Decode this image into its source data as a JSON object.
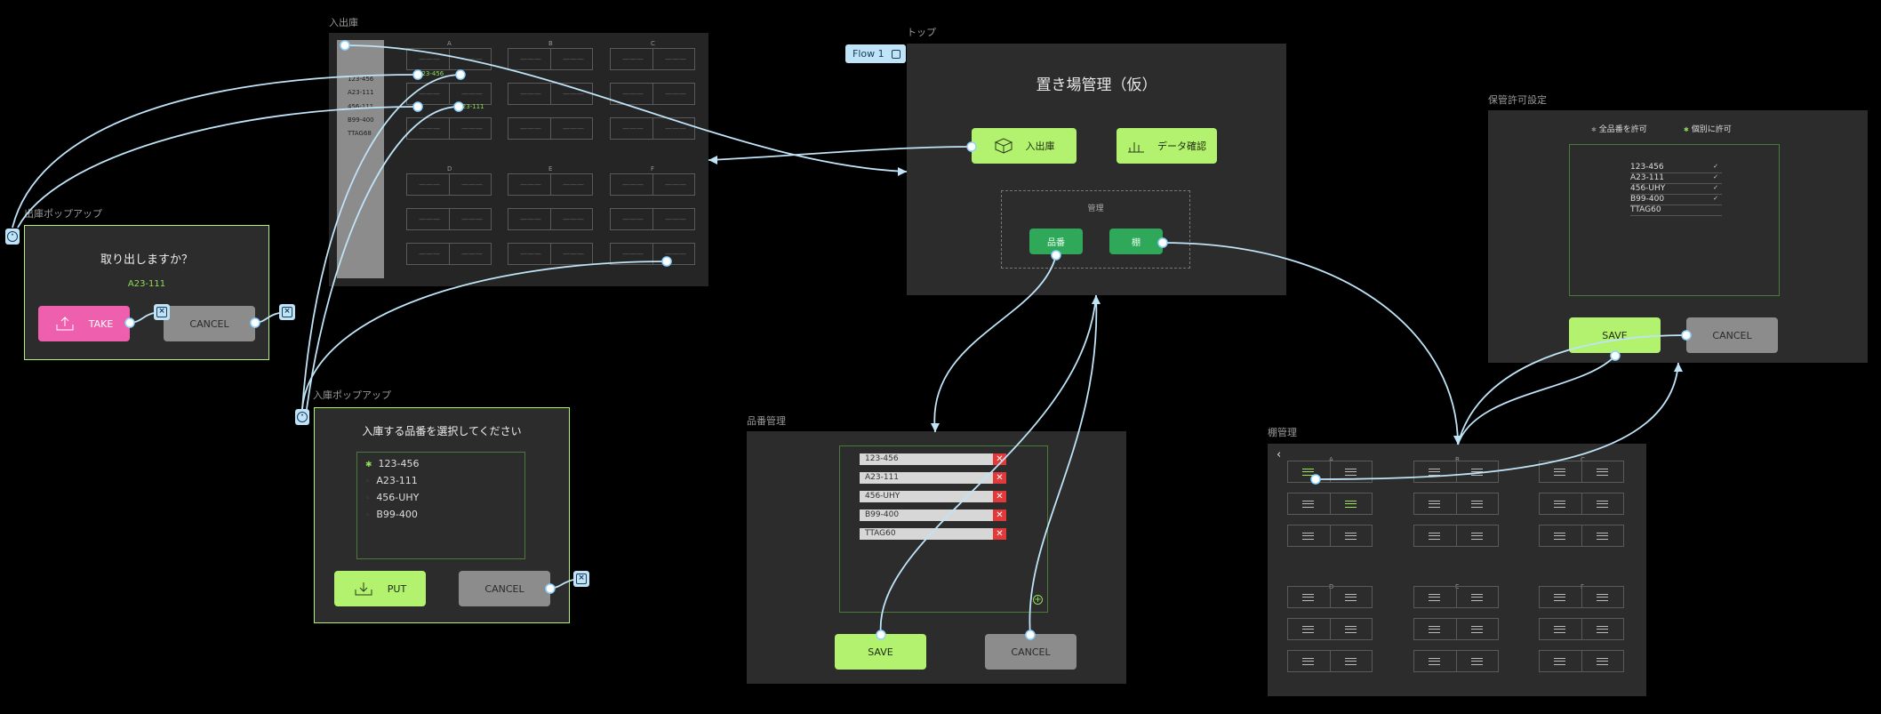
{
  "frames": {
    "nyushukko": "入出庫",
    "top": "トップ",
    "shukko_popup": "出庫ポップアップ",
    "nyuko_popup": "入庫ポップアップ",
    "hinban": "品番管理",
    "tana": "棚管理",
    "hokan": "保管許可設定"
  },
  "flow_badge": "Flow 1",
  "top": {
    "title": "置き場管理（仮）",
    "nyushukko_button": "入出庫",
    "data_button": "データ確認",
    "kanri_label": "管理",
    "hinban_button": "品番",
    "tana_button": "棚"
  },
  "warehouse": {
    "sidebar_items": [
      "123-456",
      "A23-111",
      "456-111",
      "B99-400",
      "TTAG68"
    ],
    "columns_top": [
      "A",
      "B",
      "C"
    ],
    "columns_bottom": [
      "D",
      "E",
      "F"
    ],
    "empty_cell": "———",
    "tag1": "123-456",
    "tag2": "A23-111"
  },
  "shukko": {
    "question": "取り出しますか？",
    "item": "A23-111",
    "take_label": "TAKE",
    "cancel_label": "CANCEL"
  },
  "nyuko": {
    "question": "入庫する品番を選択してください",
    "options": [
      "123-456",
      "A23-111",
      "456-UHY",
      "B99-400"
    ],
    "put_label": "PUT",
    "cancel_label": "CANCEL"
  },
  "hinban": {
    "items": [
      "123-456",
      "A23-111",
      "456-UHY",
      "B99-400",
      "TTAG60"
    ],
    "save_label": "SAVE",
    "cancel_label": "CANCEL"
  },
  "tana": {
    "columns_top": [
      "A",
      "B",
      "C"
    ],
    "columns_bottom": [
      "D",
      "E",
      "F"
    ]
  },
  "hokan": {
    "radio_all": "全品番を許可",
    "radio_each": "個別に許可",
    "items": [
      "123-456",
      "A23-111",
      "456-UHY",
      "B99-400",
      "TTAG60"
    ],
    "check": "✓",
    "save_label": "SAVE",
    "cancel_label": "CANCEL"
  },
  "colors": {
    "accent_green": "#b3f26e",
    "wire": "#bfe3f7",
    "pink": "#ee5fad"
  }
}
